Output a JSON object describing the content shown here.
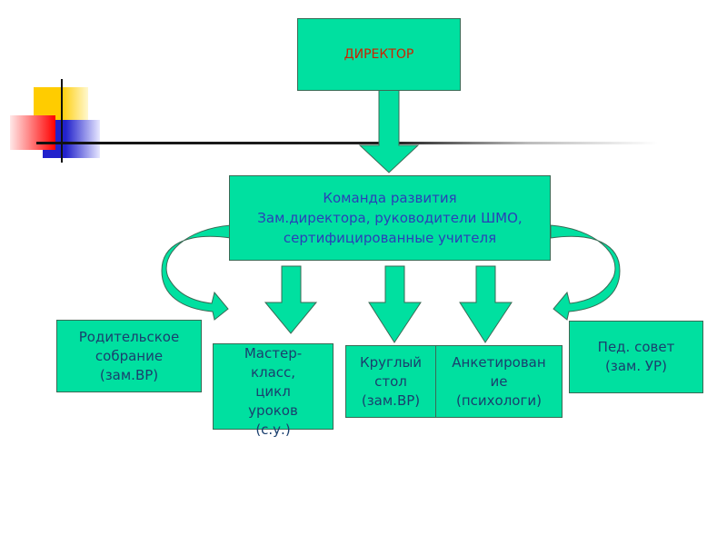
{
  "colors": {
    "box_fill": "#00e0a0",
    "box_border": "#3a6a55",
    "director_text": "#cc2200",
    "team_text": "#2a3fb8",
    "node_text": "#1a3f6e"
  },
  "director": {
    "label": "ДИРЕКТОР"
  },
  "team": {
    "label": "Команда развития\nЗам.директора, руководители ШМО,\nсертифицированные учителя"
  },
  "nodes": {
    "parents": "Родительское\nсобрание\n(зам.ВР)",
    "master": "Мастер-\nкласс,\nцикл\nуроков\n(с.у.)",
    "round_table": "Круглый\nстол\n(зам.ВР)",
    "survey": "Анкетирован\nие\n(психологи)",
    "ped_council": "Пед. совет\n(зам. УР)"
  },
  "decoration": {
    "icon": "slide-corner-squares-icon"
  }
}
